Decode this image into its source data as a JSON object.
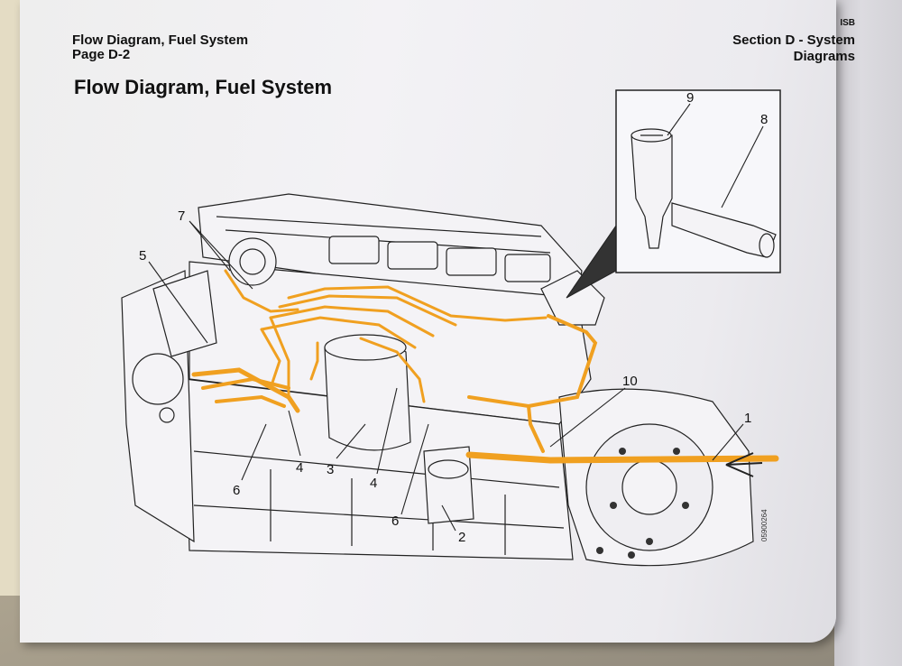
{
  "header": {
    "left_title": "Flow Diagram, Fuel System",
    "left_page": "Page D-2",
    "right_model": "ISB",
    "right_section": "Section D - System Diagrams"
  },
  "main_title": "Flow Diagram, Fuel System",
  "callouts": {
    "c1": "1",
    "c2": "2",
    "c3": "3",
    "c4a": "4",
    "c4b": "4",
    "c5": "5",
    "c6a": "6",
    "c6b": "6",
    "c7": "7",
    "c8": "8",
    "c9": "9",
    "c10": "10"
  },
  "figure_id": "05900264",
  "colors": {
    "fuel_line": "#f0a020",
    "ink": "#222222"
  }
}
